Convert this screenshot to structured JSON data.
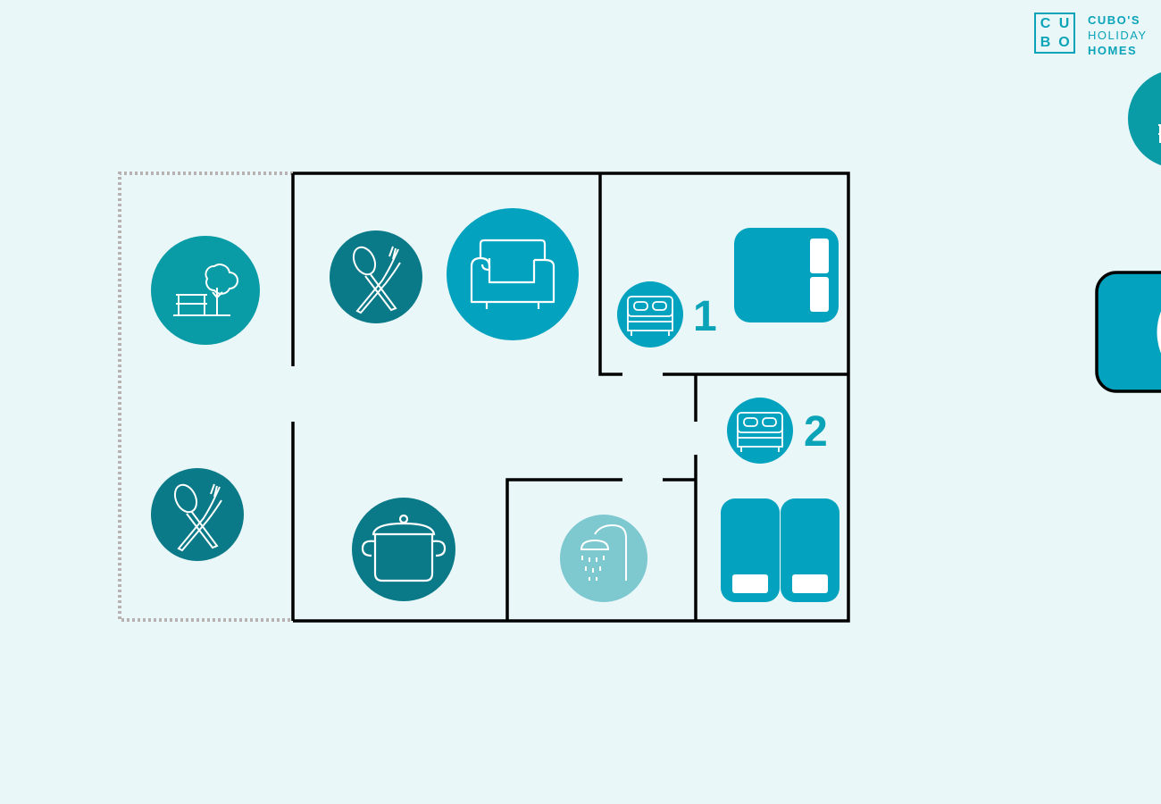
{
  "brand": {
    "logo_letters": [
      "C",
      "U",
      "B",
      "O"
    ],
    "line1": "CUBO'S",
    "line2": "HOLIDAY",
    "line3": "HOMES"
  },
  "bedrooms": [
    {
      "number": "1"
    },
    {
      "number": "2"
    }
  ],
  "colors": {
    "background": "#eaf7f9",
    "teal": "#0a9ca6",
    "dark_teal": "#0b7a88",
    "blue": "#03a2bf",
    "light_teal": "#7ec8d0",
    "walls": "#000000",
    "terrace_border": "#b9b2b2"
  },
  "icons": [
    "garden-icon",
    "dining-icon",
    "sofa-icon",
    "bed-icon",
    "single-beds-icon",
    "kitchen-pot-icon",
    "shower-icon",
    "double-bed-icon"
  ]
}
